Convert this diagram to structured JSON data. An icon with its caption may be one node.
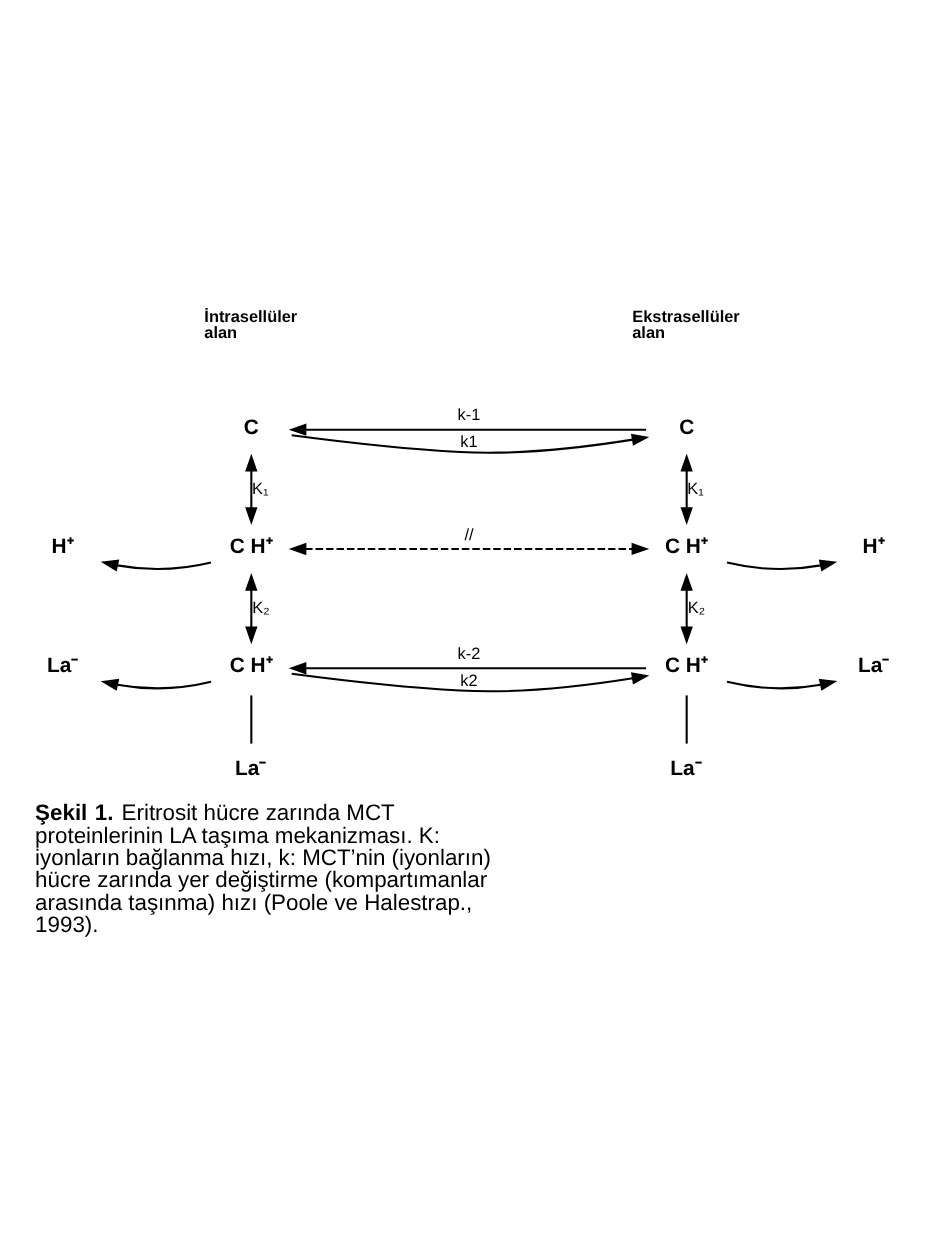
{
  "diagram": {
    "caption": "**Şekil 1.** Eritrosit hücre zarında MCT proteinlerinin LA taşıma mekanizması. K: iyonların bağlanma hızı, k: MCT’nin (iyonların) hücre zarında yer değiştirme (kompartımanlar arasında taşınma) hızı (Poole ve Halestrap., 1993).",
    "nodes": [
      {
        "text": [
          "C"
        ]
      },
      {
        "text": [
          "C"
        ]
      },
      {
        "text": [
          "C H⁺"
        ]
      },
      {
        "text": [
          "C H⁺"
        ]
      },
      {
        "text": [
          "C H⁺"
        ]
      },
      {
        "text": [
          "C H⁺"
        ]
      },
      {
        "text": [
          "H⁺"
        ]
      },
      {
        "text": [
          "H⁺"
        ]
      },
      {
        "text": [
          "La⁻"
        ]
      },
      {
        "text": [
          "La⁻"
        ]
      },
      {
        "text": [
          "La⁻"
        ]
      },
      {
        "text": [
          "La⁻"
        ]
      }
    ],
    "edges": [
      {
        "from": 0,
        "to": 1,
        "arrow": "to",
        "label": "k1"
      },
      {
        "from": 1,
        "to": 0,
        "arrow": "to",
        "label": "k-1"
      },
      {
        "from": 0,
        "to": 2,
        "arrow": "both",
        "label": "K₁"
      },
      {
        "from": 1,
        "to": 3,
        "arrow": "both",
        "label": "K₁"
      },
      {
        "from": 2,
        "to": 6,
        "arrow": "to"
      },
      {
        "from": 3,
        "to": 7,
        "arrow": "to"
      },
      {
        "from": 2,
        "to": 3,
        "arrow": "both",
        "label": "//",
        "style": "dashed"
      },
      {
        "from": 2,
        "to": 4,
        "arrow": "both",
        "label": "K₂"
      },
      {
        "from": 3,
        "to": 5,
        "arrow": "both",
        "label": "K₂"
      },
      {
        "from": 4,
        "to": 8,
        "arrow": "to"
      },
      {
        "from": 5,
        "to": 9,
        "arrow": "to"
      },
      {
        "from": 5,
        "to": 4,
        "arrow": "to",
        "label": "k-2"
      },
      {
        "from": 4,
        "to": 5,
        "arrow": "to",
        "label": "k2"
      },
      {
        "from": 4,
        "to": 10,
        "arrow": "none"
      },
      {
        "from": 5,
        "to": 11,
        "arrow": "none"
      }
    ],
    "labels": [
      "İntrasellüler alan",
      "Ekstrasellüler alan"
    ]
  }
}
